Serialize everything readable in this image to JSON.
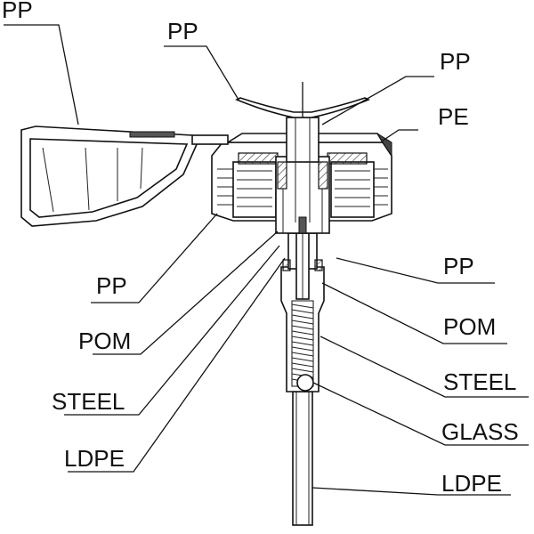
{
  "labels": {
    "pp_actuator_nozzle": "PP",
    "pp_actuator_top": "PP",
    "pp_cap_top": "PP",
    "pe_cap": "PE",
    "pp_left": "PP",
    "pom_left": "POM",
    "steel_left": "STEEL",
    "ldpe_left": "LDPE",
    "pp_right": "PP",
    "pom_right": "POM",
    "steel_right": "STEEL",
    "glass_right": "GLASS",
    "ldpe_right": "LDPE"
  }
}
